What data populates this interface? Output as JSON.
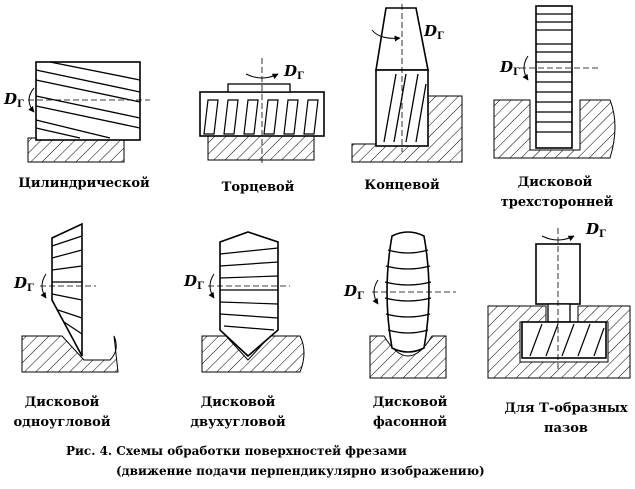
{
  "figure": {
    "motion_symbol": "D",
    "motion_subscript": "Г",
    "cutters": [
      {
        "id": "cylindrical",
        "label_lines": [
          "Цилиндрической"
        ]
      },
      {
        "id": "face",
        "label_lines": [
          "Торцевой"
        ]
      },
      {
        "id": "end",
        "label_lines": [
          "Концевой"
        ]
      },
      {
        "id": "disc-three-sided",
        "label_lines": [
          "Дисковой",
          "трехсторонней"
        ]
      },
      {
        "id": "disc-single-angle",
        "label_lines": [
          "Дисковой",
          "одноугловой"
        ]
      },
      {
        "id": "disc-double-angle",
        "label_lines": [
          "Дисковой",
          "двухугловой"
        ]
      },
      {
        "id": "disc-form",
        "label_lines": [
          "Дисковой",
          "фасонной"
        ]
      },
      {
        "id": "t-slot",
        "label_lines": [
          "Для Т-образных",
          "пазов"
        ]
      }
    ],
    "caption_lines": [
      "Рис. 4. Схемы обработки поверхностей фрезами",
      "(движение подачи перпендикулярно изображению)"
    ]
  }
}
